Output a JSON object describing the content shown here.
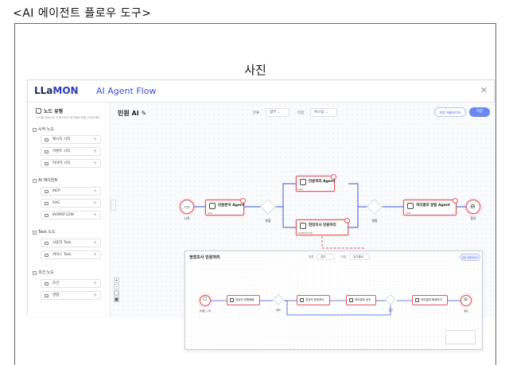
{
  "doc_title": "<AI 에이전트 플로우 도구>",
  "photo_caption": "사진",
  "app": {
    "brand": "LLaMON",
    "brand_first": "LLa",
    "brand_second": "MON",
    "app_name": "AI Agent Flow",
    "close_icon": "close-icon"
  },
  "sidebar": {
    "title": "노드 유형",
    "description": "노드를 캔버스로 드래그하여 워크플로우를 구성하세요",
    "groups": [
      {
        "label": "시작 노드",
        "items": [
          "메시지 시작",
          "이벤트 시작",
          "타이머 시작"
        ]
      },
      {
        "label": "AI 에이전트",
        "items": [
          "MCP",
          "RAG",
          "WORKFLOW"
        ]
      },
      {
        "label": "Task 노드",
        "items": [
          "사용자 Task",
          "서비스 Task"
        ]
      },
      {
        "label": "조건 노드",
        "items": [
          "조건",
          "병렬"
        ]
      }
    ]
  },
  "canvas": {
    "title": "민원 AI",
    "select1_label": "분류",
    "select1_value": "업무",
    "select2_label": "타입",
    "select2_value": "커스텀",
    "btn_outline": "현장 에뮬레이터",
    "btn_fill": "저장",
    "nodes": {
      "start": "시작",
      "agent1": "민원분석 Agent",
      "agent1_sub": "RAG",
      "split": "분할",
      "agent2": "민원처리 Agent",
      "agent2_sub": "RAG",
      "task1": "현장조사 민원처리",
      "task1_sub": "WORKFLOW",
      "merge": "병합",
      "agent3": "처리결과 알림 Agent",
      "agent3_sub": "MCP",
      "end": "종료"
    }
  },
  "subflow": {
    "title": "현장조사 민원처리",
    "sel1_label": "분류",
    "sel1_value": "업무",
    "sel2_label": "타입",
    "sel2_value": "워크플로",
    "btn": "현장 에뮬레이터",
    "nodes": {
      "start": "이벤트 시작",
      "n1": "담당자 민원배정",
      "split": "병렬",
      "n2": "담당자 현장조사",
      "n3": "처리결과 승인",
      "cond": "조건",
      "n4": "처리결과 확정보고",
      "end": "종료"
    }
  }
}
